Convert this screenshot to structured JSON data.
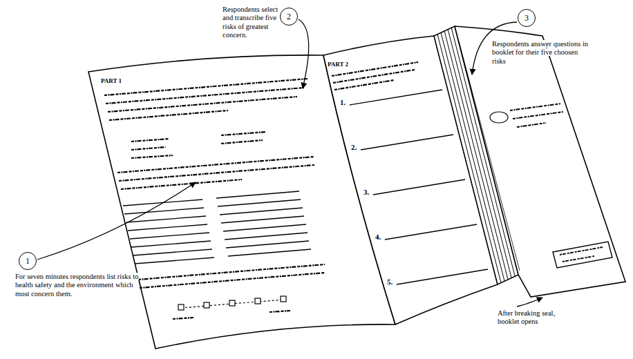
{
  "diagram": {
    "nodes": [
      {
        "text": [
          "1"
        ]
      },
      {
        "text": [
          "2"
        ]
      },
      {
        "text": [
          "3"
        ]
      }
    ],
    "labels": [
      "Respondents select and transcribe five risks of greatest concern.",
      "Respondents answer questions in booklet for their five choosen risks",
      "For seven minutes respondents list risks to health safety and the environment which most concern them.",
      "After breaking seal, booklet opens",
      "PART 1",
      "PART 2",
      "1.",
      "2.",
      "3.",
      "4.",
      "5."
    ]
  }
}
